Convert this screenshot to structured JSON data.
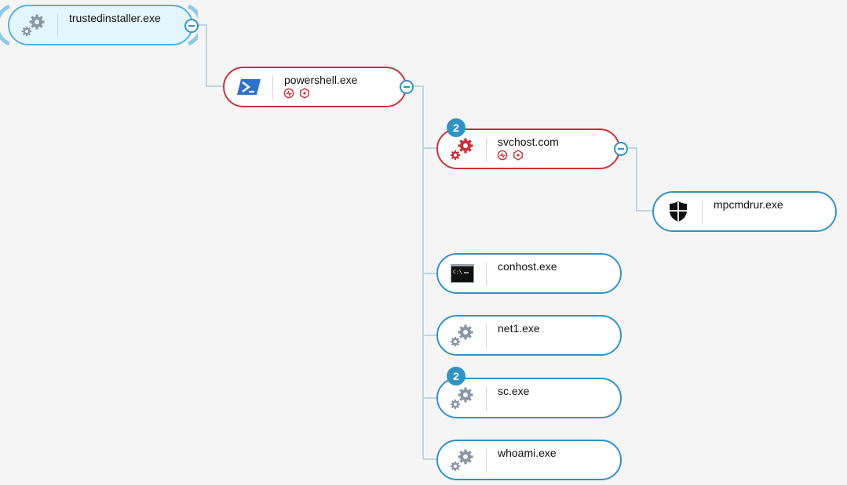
{
  "tree": {
    "nodes": [
      {
        "id": "trustedinstaller",
        "label": "trustedinstaller.exe",
        "icon": "gears-icon",
        "state": "selected",
        "collapsible": true
      },
      {
        "id": "powershell",
        "label": "powershell.exe",
        "icon": "powershell-icon",
        "state": "alert",
        "indicators": [
          "activity-icon",
          "hexagon-alert-icon"
        ],
        "collapsible": true
      },
      {
        "id": "svchost",
        "label": "svchost.com",
        "icon": "red-gears-icon",
        "state": "alert",
        "count": "2",
        "indicators": [
          "activity-icon",
          "hexagon-alert-icon"
        ],
        "collapsible": true
      },
      {
        "id": "mpcmdrun",
        "label": "mpcmdrur.exe",
        "icon": "windows-defender-shield-icon",
        "state": "normal"
      },
      {
        "id": "conhost",
        "label": "conhost.exe",
        "icon": "console-window-icon",
        "state": "normal"
      },
      {
        "id": "net1",
        "label": "net1.exe",
        "icon": "gears-icon",
        "state": "normal"
      },
      {
        "id": "sc",
        "label": "sc.exe",
        "icon": "gears-icon",
        "state": "normal",
        "count": "2"
      },
      {
        "id": "whoami",
        "label": "whoami.exe",
        "icon": "gears-icon",
        "state": "normal"
      }
    ],
    "colors": {
      "normal_border": "#2f94c4",
      "alert_border": "#c9313a",
      "selected_fill": "#e4f6fd",
      "connector": "#a9cfd8",
      "count_badge": "#2f94c4",
      "background": "#f5f5f5"
    }
  }
}
